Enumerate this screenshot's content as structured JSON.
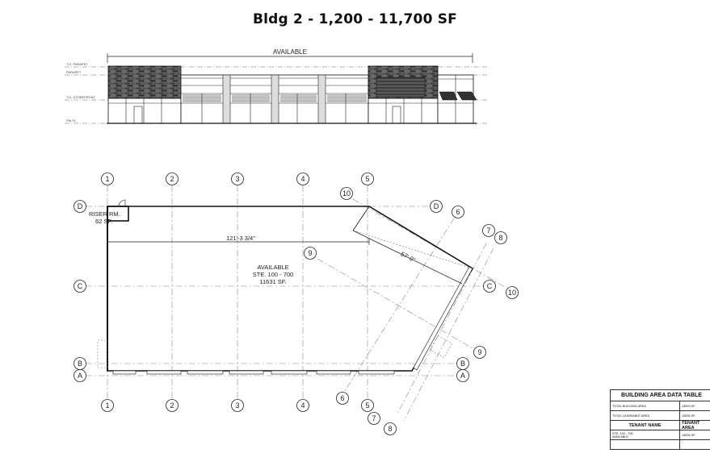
{
  "title": "Bldg 2 - 1,200 - 11,700 SF",
  "elevation": {
    "label": "AVAILABLE",
    "level_marks": [
      "T.O. PARAPET",
      "PARAPET",
      "T.O. STOREFRONT",
      "FIN FL"
    ]
  },
  "plan": {
    "grid_columns": [
      "1",
      "2",
      "3",
      "4",
      "5"
    ],
    "grid_rows": [
      "D",
      "C",
      "B",
      "A"
    ],
    "angled_grids": [
      "6",
      "7",
      "8",
      "9",
      "10"
    ],
    "riser_label": "RISER RM.",
    "riser_area": "62 SF.",
    "dimension_width": "121'-3 3/4\"",
    "dimension_angled": "57'-0\"",
    "space_status": "AVAILABLE",
    "space_suite": "STE. 100 - 700",
    "space_area": "11631 SF."
  },
  "area_table": {
    "title": "BUILDING AREA DATA TABLE",
    "rows": [
      {
        "label": "TOTAL BUILDING AREA",
        "value": "13693 SF."
      },
      {
        "label": "TOTAL LEASEABLE AREA",
        "value": "13635 SF."
      }
    ],
    "header": {
      "tenant": "TENANT NAME",
      "area": "TENANT AREA"
    },
    "tenant_rows": [
      {
        "name_line1": "STE. 100 - 700",
        "name_line2": "AVAILABLE",
        "area": "13635 SF."
      },
      {
        "name_line1": "",
        "name_line2": "",
        "area": ""
      }
    ]
  }
}
